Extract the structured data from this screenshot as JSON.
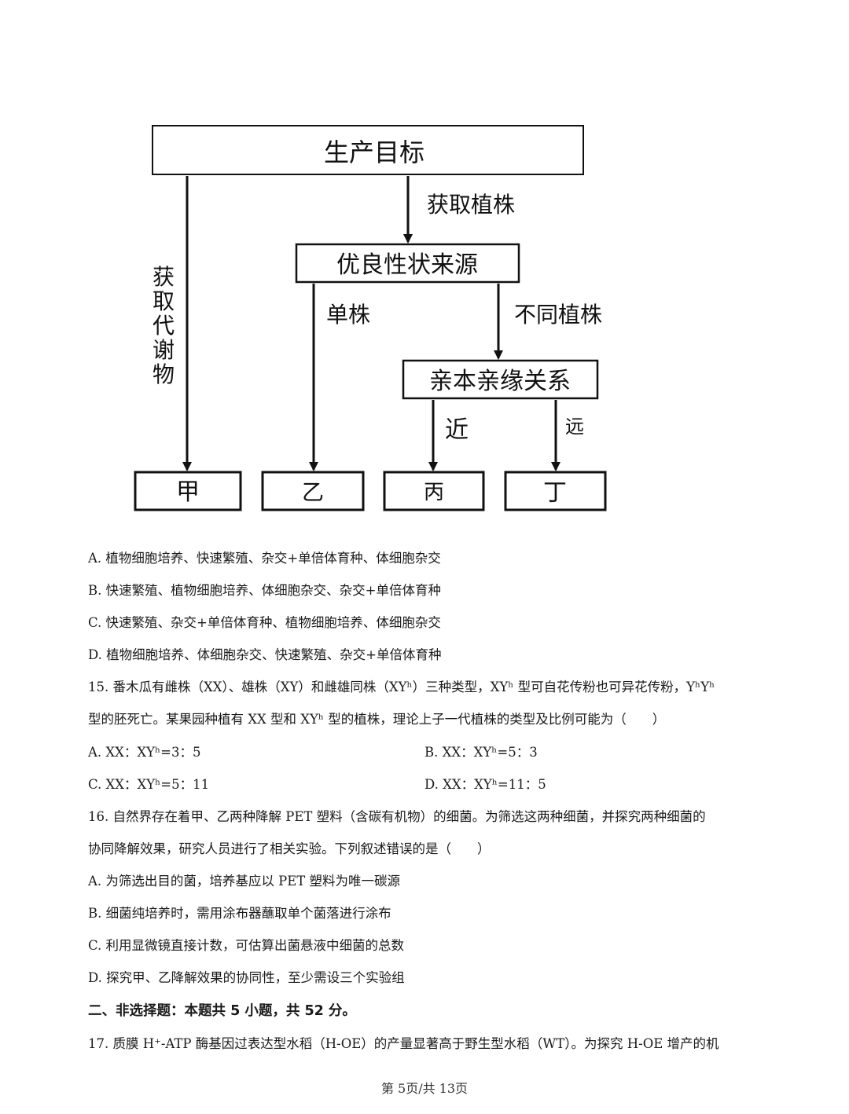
{
  "diagram": {
    "top_box": "生产目标",
    "mid_box": "优良性状来源",
    "kin_box": "亲本亲缘关系",
    "label_get_plant": "获取植株",
    "label_get_metabolite": [
      "获",
      "取",
      "代",
      "谢",
      "物"
    ],
    "label_single": "单株",
    "label_different": "不同植株",
    "label_near": "近",
    "label_far": "远",
    "outcomes": [
      "甲",
      "乙",
      "丙",
      "丁"
    ]
  },
  "q14_options": [
    "A.  植物细胞培养、快速繁殖、杂交+单倍体育种、体细胞杂交",
    "B.  快速繁殖、植物细胞培养、体细胞杂交、杂交+单倍体育种",
    "C.  快速繁殖、杂交+单倍体育种、植物细胞培养、体细胞杂交",
    "D.  植物细胞培养、体细胞杂交、快速繁殖、杂交+单倍体育种"
  ],
  "q15": {
    "line1": "15.  番木瓜有雌株（XX）、雄株（XY）和雌雄同株（XYʰ）三种类型，XYʰ 型可自花传粉也可异花传粉，YʰYʰ",
    "line2": "型的胚死亡。某果园种植有 XX 型和 XYʰ 型的植株，理论上子一代植株的类型及比例可能为（　　）",
    "options": [
      "A. XX：XYʰ=3：5",
      "B. XX：XYʰ=5：3",
      "C. XX：XYʰ=5：11",
      "D. XX：XYʰ=11：5"
    ]
  },
  "q16": {
    "line1": "16.  自然界存在着甲、乙两种降解 PET 塑料（含碳有机物）的细菌。为筛选这两种细菌，并探究两种细菌的",
    "line2": "协同降解效果，研究人员进行了相关实验。下列叙述错误的是（　　）",
    "options": [
      "A.  为筛选出目的菌，培养基应以 PET 塑料为唯一碳源",
      "B.  细菌纯培养时，需用涂布器蘸取单个菌落进行涂布",
      "C.  利用显微镜直接计数，可估算出菌悬液中细菌的总数",
      "D.  探究甲、乙降解效果的协同性，至少需设三个实验组"
    ]
  },
  "section2_title": "二、非选择题：本题共 5 小题，共 52 分。",
  "q17_line1": "17.  质膜 H⁺-ATP 酶基因过表达型水稻（H-OE）的产量显著高于野生型水稻（WT）。为探究 H-OE 增产的机",
  "footer": "第 5页/共 13页"
}
